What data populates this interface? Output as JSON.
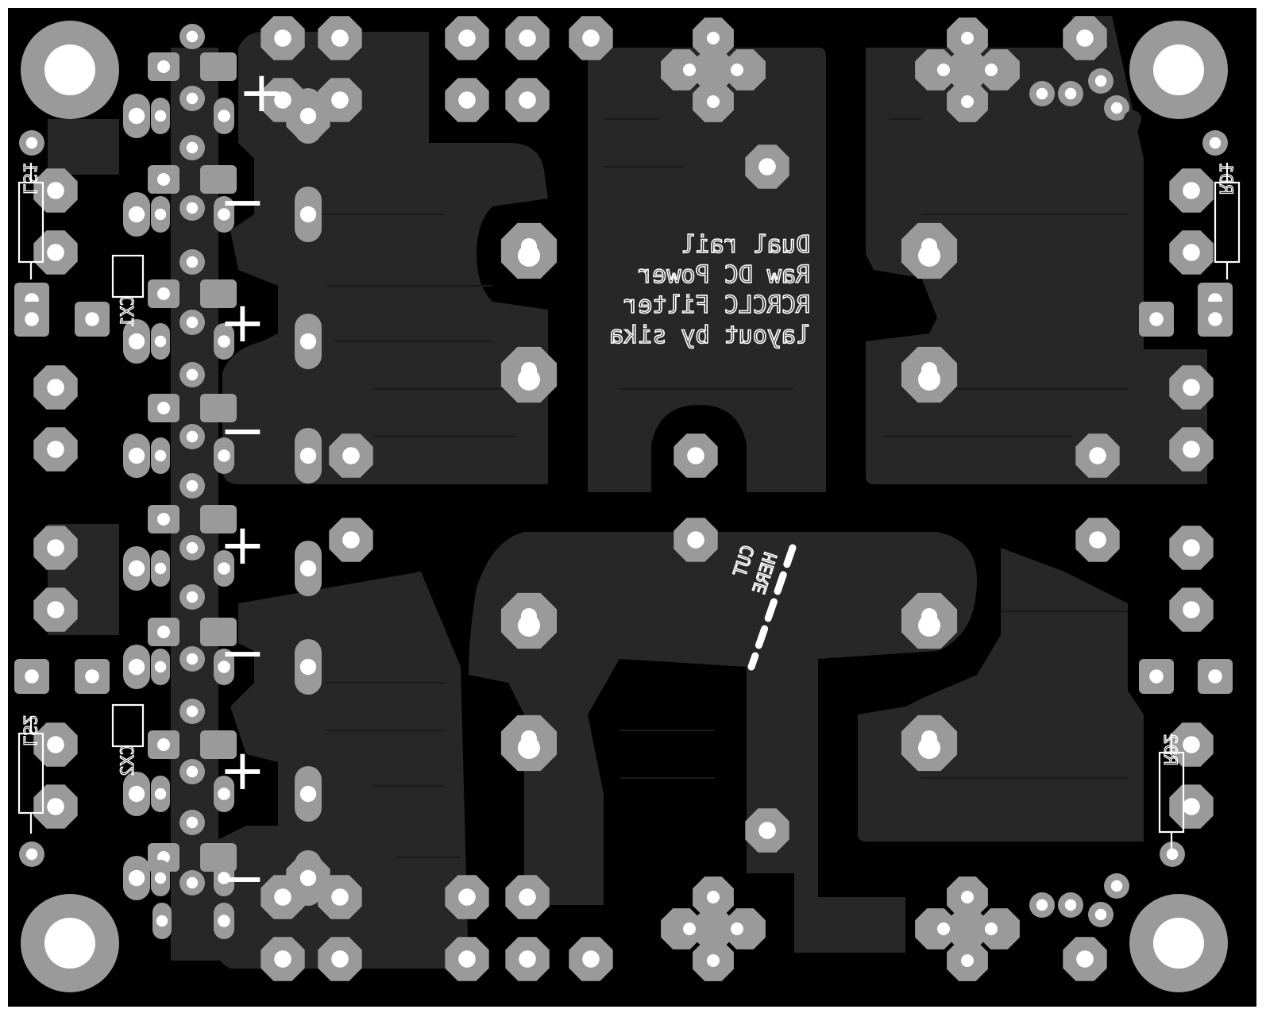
{
  "board": {
    "background_color": "#000000",
    "copper_color": "#272727",
    "pad_color": "#9a9a9a",
    "silk_color": "#ffffff"
  },
  "title_block": {
    "lines": [
      "Dual rail",
      "Raw DC Power",
      "RCRCLC Filter",
      "layout by sika"
    ]
  },
  "cut_label": {
    "line1": "CUT",
    "line2": "HERE"
  },
  "refs": {
    "ls1": "LS1",
    "ls2": "LS2",
    "cx1": "CX1",
    "cx2": "CX2",
    "rd1": "RD1",
    "rd2": "RD2"
  },
  "polarity": {
    "plus": "+",
    "minus": "−"
  }
}
